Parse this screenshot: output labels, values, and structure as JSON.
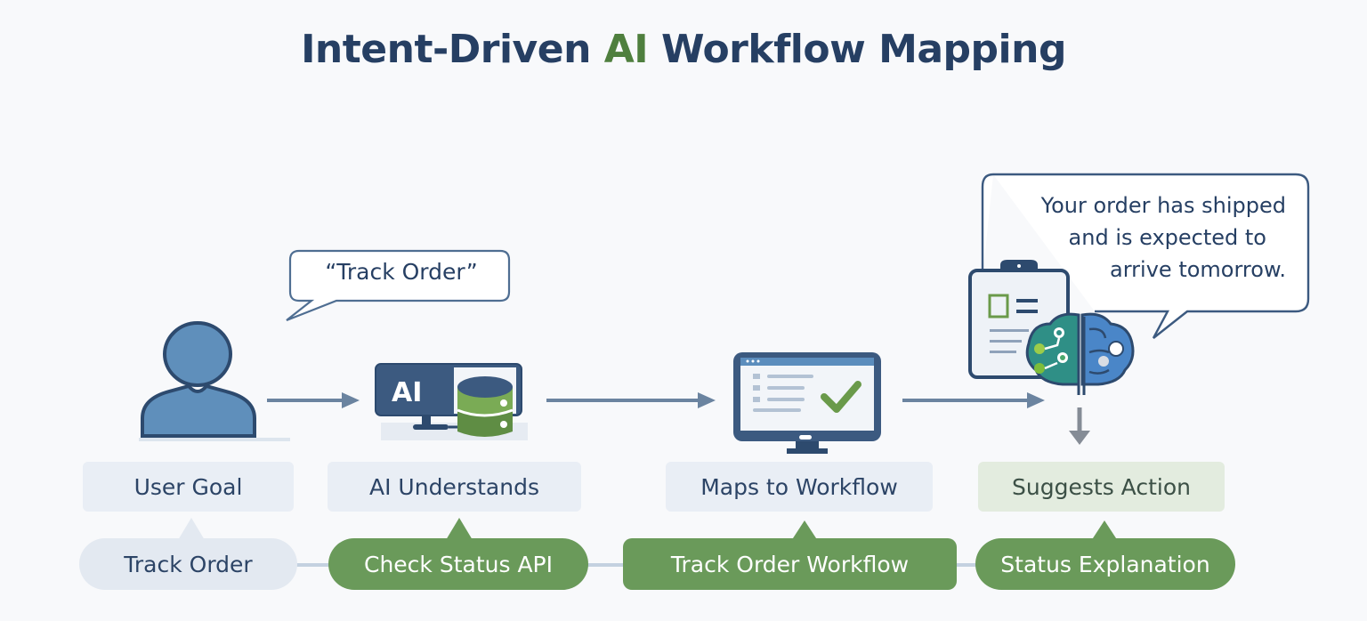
{
  "title": {
    "prefix": "Intent-Driven ",
    "accent": "AI",
    "suffix": " Workflow Mapping"
  },
  "colors": {
    "title": "#263f63",
    "accent_green": "#4f7f3e",
    "pill_green": "#6a9a5a",
    "arrow": "#6b84a0",
    "icon_blue": "#5b8dbd"
  },
  "speech_bubbles": {
    "user": "“Track Order”",
    "ai_response_lines": [
      "Your order has shipped",
      "and is expected to",
      "arrive tomorrow."
    ]
  },
  "icons": {
    "user": "user-icon",
    "ai_monitor": "ai-monitor-icon",
    "ai_monitor_text": "AI",
    "database": "database-icon",
    "workflow_monitor": "workflow-monitor-icon",
    "checkmark": "checkmark-icon",
    "clipboard": "clipboard-icon",
    "brain": "ai-brain-icon"
  },
  "steps": [
    {
      "label": "User Goal",
      "detail": "Track Order"
    },
    {
      "label": "AI Understands",
      "detail": "Check Status API"
    },
    {
      "label": "Maps to Workflow",
      "detail": "Track Order Workflow"
    },
    {
      "label": "Suggests Action",
      "detail": "Status Explanation"
    }
  ]
}
